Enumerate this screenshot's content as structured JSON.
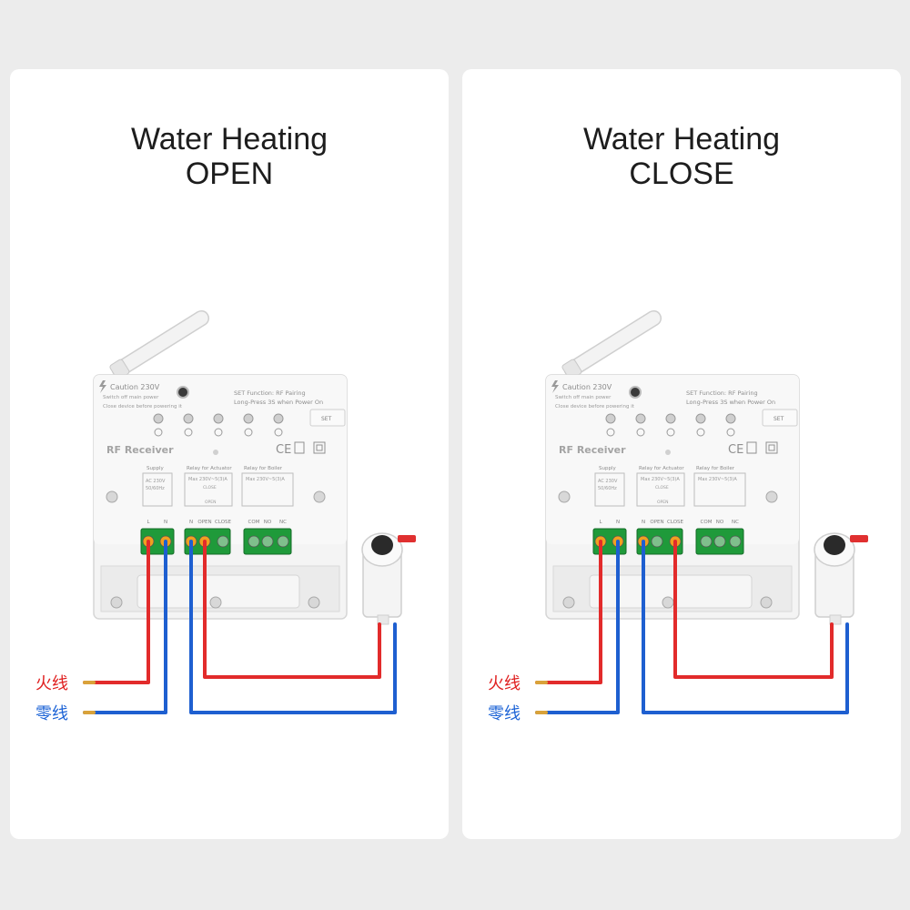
{
  "panels": [
    {
      "id": "left",
      "title_line1": "Water Heating",
      "title_line2": "OPEN",
      "live_wire_label": "火线",
      "neutral_wire_label": "零线"
    },
    {
      "id": "right",
      "title_line1": "Water Heating",
      "title_line2": "CLOSE",
      "live_wire_label": "火线",
      "neutral_wire_label": "零线"
    }
  ],
  "device": {
    "caution": "Caution 230V",
    "caution_line2": "Switch off main power",
    "caution_line3": "Close device before powering it",
    "set_function": "SET Function: RF Pairing",
    "long_press": "Long-Press 3S when Power On",
    "set_button": "SET",
    "brand": "RF Receiver",
    "ce_mark": "CE",
    "supply_label": "Supply",
    "supply_spec_1": "AC 230V",
    "supply_spec_2": "50/60Hz",
    "actuator_label": "Relay for Actuator",
    "actuator_spec": "Max 230V~5(3)A",
    "actuator_close": "CLOSE",
    "actuator_open": "OPEN",
    "boiler_label": "Relay for Boiler",
    "boiler_spec": "Max 230V~5(3)A",
    "terminals": [
      "L",
      "N",
      "N",
      "OPEN",
      "CLOSE",
      "COM",
      "NO",
      "NC"
    ]
  },
  "colors": {
    "live_wire": "#e22b2b",
    "neutral_wire": "#1e5fd0",
    "live_text": "#e02020",
    "neutral_text": "#1c63d6",
    "terminal_green": "#1f9a3a",
    "terminal_orange": "#f0a020"
  },
  "icons": [
    "lightning-icon",
    "wifi-icon",
    "warning-icon",
    "power-icon",
    "heat-icon",
    "signal-icon",
    "weee-bin-icon",
    "double-insulation-icon"
  ]
}
